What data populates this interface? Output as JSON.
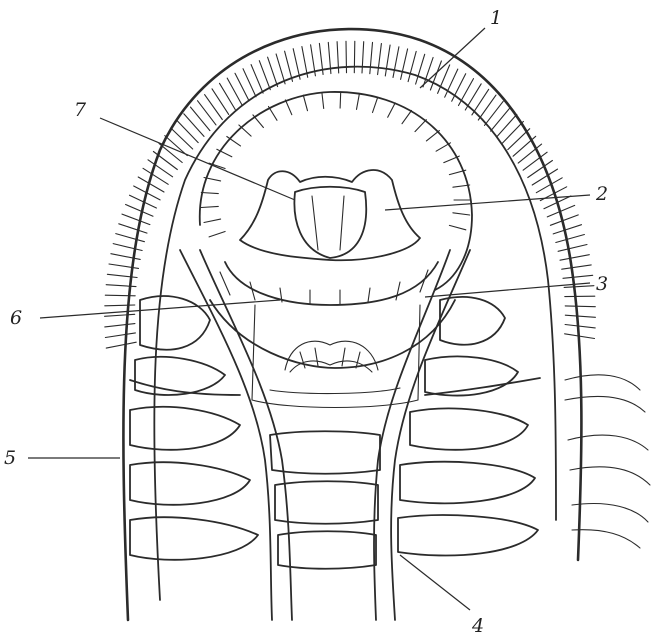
{
  "figure": {
    "labels": [
      {
        "id": "1",
        "text": "1"
      },
      {
        "id": "2",
        "text": "2"
      },
      {
        "id": "3",
        "text": "3"
      },
      {
        "id": "4",
        "text": "4"
      },
      {
        "id": "5",
        "text": "5"
      },
      {
        "id": "6",
        "text": "6"
      },
      {
        "id": "7",
        "text": "7"
      }
    ]
  }
}
